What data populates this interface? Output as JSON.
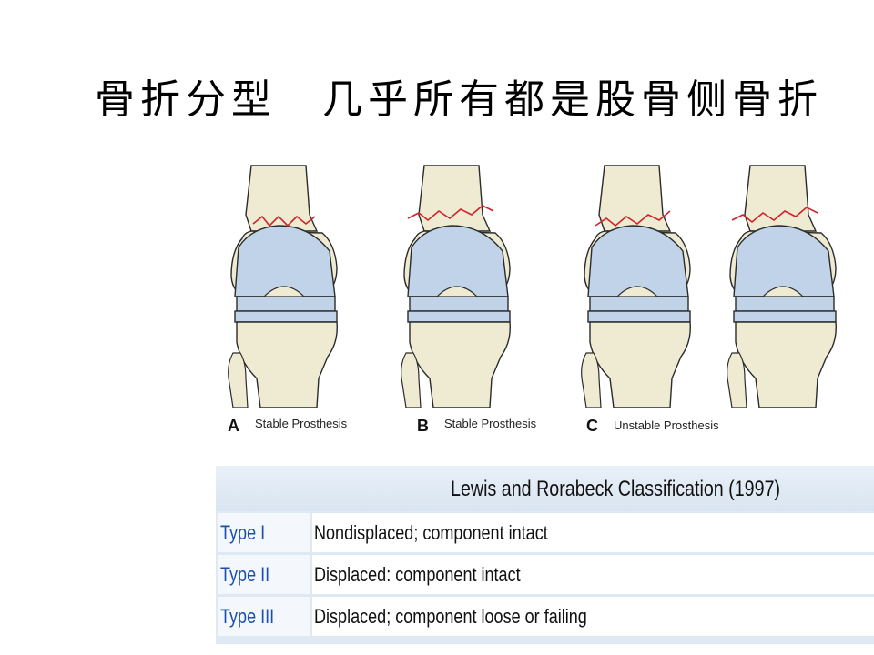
{
  "slide": {
    "title": "骨折分型　几乎所有都是股骨侧骨折"
  },
  "figure": {
    "panels": [
      {
        "letter": "A",
        "caption": "Stable Prosthesis"
      },
      {
        "letter": "B",
        "caption": "Stable Prosthesis"
      },
      {
        "letter": "C",
        "caption": "Unstable Prosthesis"
      }
    ]
  },
  "table": {
    "title": "Lewis and Rorabeck Classification (1997)",
    "rows": [
      {
        "type": "Type I",
        "description": "Nondisplaced; component intact"
      },
      {
        "type": "Type II",
        "description": "Displaced: component intact"
      },
      {
        "type": "Type III",
        "description": "Displaced; component loose or failing"
      }
    ]
  },
  "colors": {
    "bone": "#efebd3",
    "implant": "#c0d3e8",
    "fracture_line": "#d0242a",
    "table_background": "#dfe9f3",
    "type_text": "#1a4fb0"
  }
}
